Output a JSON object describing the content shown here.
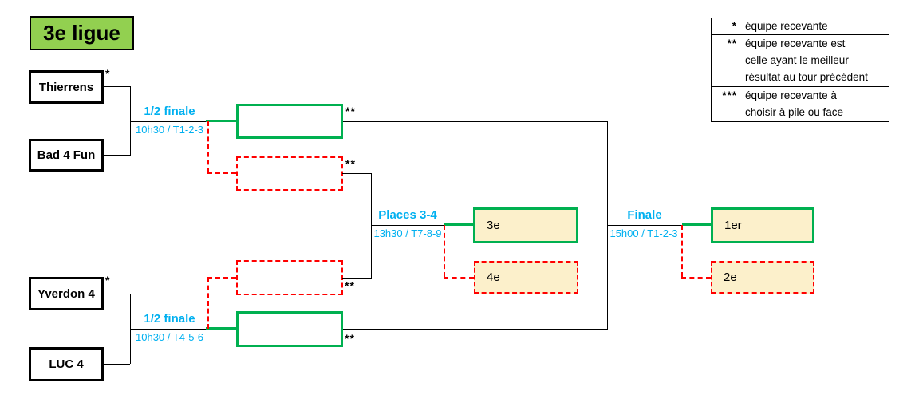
{
  "title": "3e ligue",
  "colors": {
    "title_bg": "#92D050",
    "winner_green": "#00B050",
    "loser_red": "#FF0000",
    "label_cyan": "#00B0F0",
    "placed_bg": "#FCF0CB"
  },
  "bracket": {
    "semifinal1": {
      "label": "1/2 finale",
      "schedule": "10h30 / T1-2-3",
      "teams": [
        {
          "name": "Thierrens",
          "note": "*"
        },
        {
          "name": "Bad 4 Fun",
          "note": ""
        }
      ],
      "winner_note": "**",
      "loser_note": "**"
    },
    "semifinal2": {
      "label": "1/2 finale",
      "schedule": "10h30 / T4-5-6",
      "teams": [
        {
          "name": "Yverdon 4",
          "note": "*"
        },
        {
          "name": "LUC 4",
          "note": ""
        }
      ],
      "winner_note": "**",
      "loser_note": "**"
    },
    "places34": {
      "label": "Places 3-4",
      "schedule": "13h30 / T7-8-9",
      "winner": "3e",
      "loser": "4e"
    },
    "finale": {
      "label": "Finale",
      "schedule": "15h00 / T1-2-3",
      "winner": "1er",
      "loser": "2e"
    }
  },
  "legend": {
    "rows": [
      {
        "symbol": "*",
        "lines": [
          "équipe recevante"
        ]
      },
      {
        "symbol": "**",
        "lines": [
          "équipe recevante est",
          "celle ayant le meilleur",
          "résultat au tour précédent"
        ]
      },
      {
        "symbol": "***",
        "lines": [
          "équipe recevante à",
          "choisir à pile ou face"
        ]
      }
    ]
  }
}
